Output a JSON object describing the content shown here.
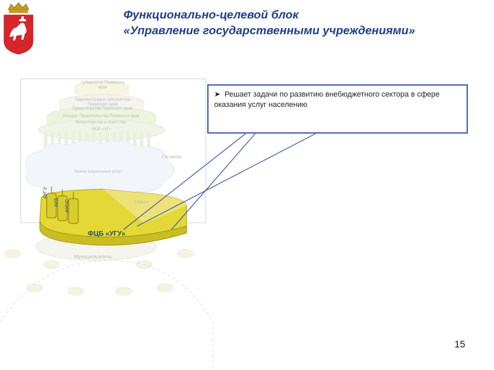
{
  "slide": {
    "title_line1": "Функционально-целевой блок",
    "title_line2": "«Управление государственными учреждениями»",
    "callout": {
      "bullet_icon": "arrow-bullet-icon",
      "text": "Решает задачи по развитию внебюджетного сектора в сфере оказания услуг населению"
    },
    "page_number": "15"
  },
  "diagram": {
    "block_label": "ФЦБ «УГУ»",
    "cylinders": [
      "АУГУ",
      "АУЗ",
      "АУСС"
    ],
    "faded_labels": [
      "Губернатор Пермского края",
      "Администрация губернатора Пермского края",
      "Правительство Пермского края",
      "Аппарат Правительства Пермского края",
      "Министерства и агентства",
      "ФЦБ «УГ»",
      "Госзаказ",
      "Рынок социальных услуг",
      "Связи",
      "Муниципалитеты"
    ]
  },
  "colors": {
    "title": "#1f3f8c",
    "callout_border": "#4a68a8",
    "block_yellow": "#e3d835",
    "emblem_red": "#d6252b"
  }
}
